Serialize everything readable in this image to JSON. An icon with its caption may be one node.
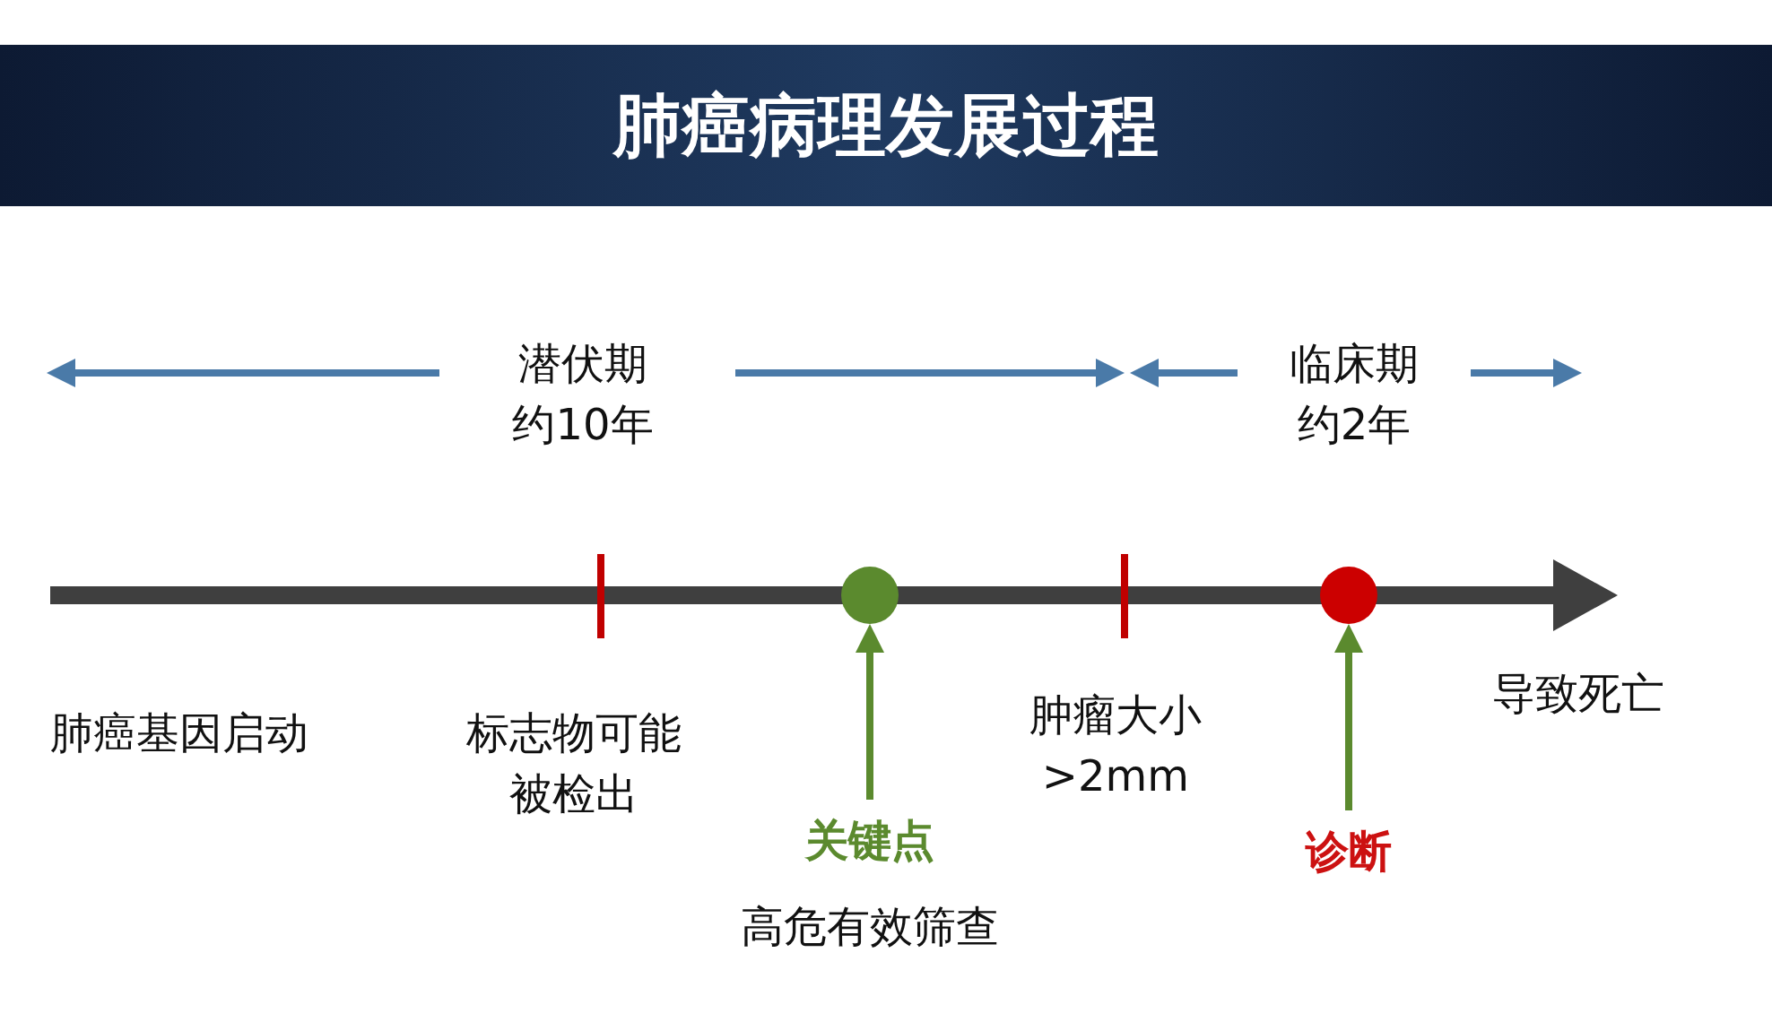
{
  "diagram": {
    "title": "肺癌病理发展过程",
    "nodes": [
      {
        "text": [],
        "shape": "circle"
      },
      {
        "text": [],
        "shape": "circle"
      },
      {
        "text": [
          "关键点",
          "高危有效筛查"
        ]
      },
      {
        "text": [
          "诊断"
        ]
      }
    ],
    "edges": [
      {
        "from": 2,
        "to": 0,
        "arrow": "to"
      },
      {
        "from": 3,
        "to": 1,
        "arrow": "to"
      }
    ],
    "labels": [
      "潜伏期约10年",
      "临床期约2年",
      "肺癌基因启动",
      "标志物可能被检出",
      "肿瘤大小>2mm",
      "导致死亡"
    ]
  }
}
